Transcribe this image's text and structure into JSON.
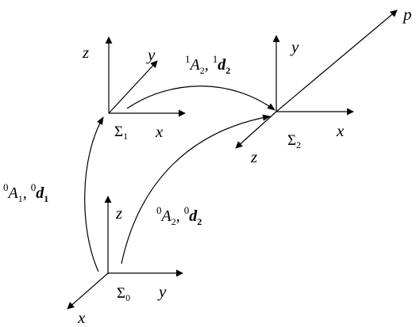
{
  "frames": {
    "frame0": {
      "sigma": "Σ",
      "sub": "0",
      "x": "x",
      "y": "y",
      "z": "z"
    },
    "frame1": {
      "sigma": "Σ",
      "sub": "1",
      "x": "x",
      "y": "y",
      "z": "z"
    },
    "frame2": {
      "sigma": "Σ",
      "sub": "2",
      "x": "x",
      "y": "y",
      "z": "z"
    },
    "point": "p"
  },
  "transforms": {
    "t01": {
      "sup_a": "0",
      "A": "A",
      "sub_a": "1",
      "sep": ",",
      "sup_d": "0",
      "d": "d",
      "sub_d": "1"
    },
    "t02": {
      "sup_a": "0",
      "A": "A",
      "sub_a": "2",
      "sep": ",",
      "sup_d": "0",
      "d": "d",
      "sub_d": "2"
    },
    "t12": {
      "sup_a": "1",
      "A": "A",
      "sub_a": "2",
      "sep": ",",
      "sup_d": "1",
      "d": "d",
      "sub_d": "2"
    }
  }
}
